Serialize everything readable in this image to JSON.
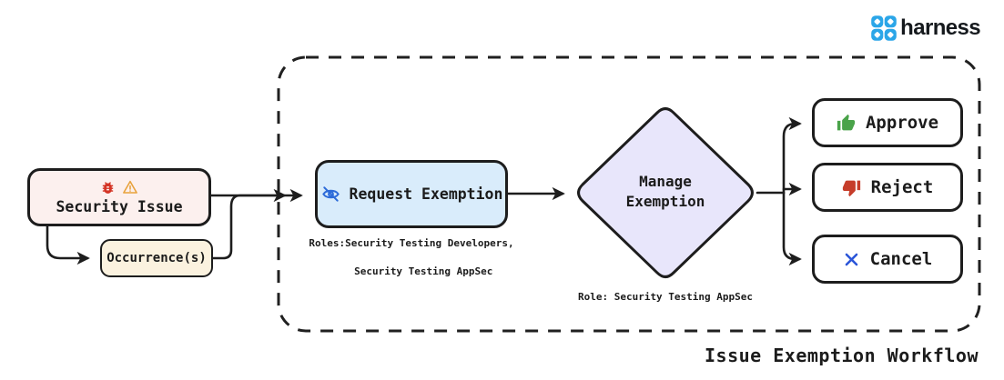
{
  "brand": {
    "name": "harness",
    "logo_icon": "harness-logo",
    "logo_color": "#2ba6e8"
  },
  "workflow": {
    "title": "Issue Exemption Workflow",
    "nodes": {
      "security_issue": {
        "label": "Security Issue",
        "icons": [
          "bug-icon",
          "warning-icon"
        ],
        "fill": "#fcf0ee"
      },
      "occurrences": {
        "label": "Occurrence(s)",
        "fill": "#fbf2df"
      },
      "request_exemption": {
        "label": "Request Exemption",
        "icon": "eye-off-icon",
        "fill": "#d9ecfb",
        "roles_line1": "Roles:Security Testing Developers,",
        "roles_line2": "Security Testing AppSec"
      },
      "manage_exemption": {
        "label_line1": "Manage",
        "label_line2": "Exemption",
        "fill": "#e8e6fb",
        "role_caption": "Role: Security Testing AppSec"
      },
      "approve": {
        "label": "Approve",
        "icon": "thumbs-up-icon",
        "icon_color": "#4aa34a"
      },
      "reject": {
        "label": "Reject",
        "icon": "thumbs-down-icon",
        "icon_color": "#c63d2a"
      },
      "cancel": {
        "label": "Cancel",
        "icon": "x-icon",
        "icon_color": "#2b55d8"
      }
    }
  },
  "icons": {
    "harness-logo": "blue four-link clover mark",
    "bug-icon": "red bug",
    "warning-icon": "orange warning triangle",
    "eye-off-icon": "blue crossed-out eye",
    "thumbs-up-icon": "green thumbs up",
    "thumbs-down-icon": "red thumbs down",
    "x-icon": "blue X cross"
  },
  "colors": {
    "background": "#ffffff",
    "ink": "#1d1d1d",
    "bug_red": "#d43425",
    "warning_orange": "#e8a23c",
    "eye_blue": "#2d6bd9",
    "approve_green": "#4aa34a",
    "reject_red": "#c63d2a",
    "cancel_blue": "#2b55d8",
    "harness_blue": "#2ba6e8"
  }
}
